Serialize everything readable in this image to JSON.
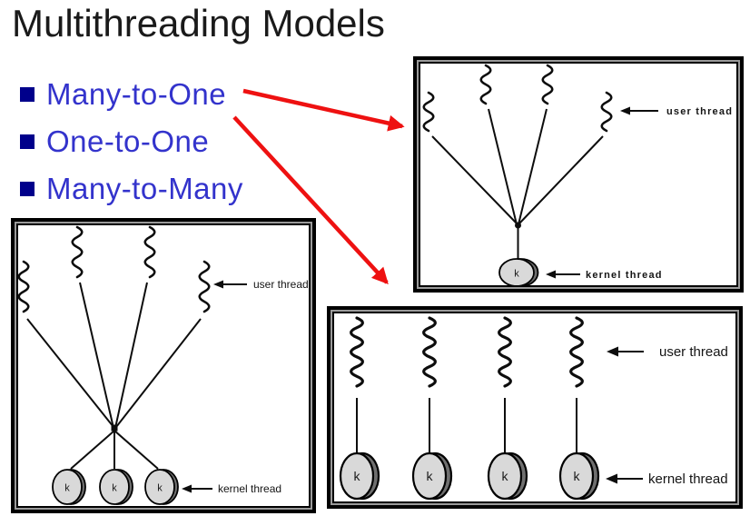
{
  "slide": {
    "title": "Multithreading Models"
  },
  "bullets": [
    {
      "label": "Many-to-One"
    },
    {
      "label": "One-to-One"
    },
    {
      "label": "Many-to-Many"
    }
  ],
  "diagrams": {
    "many_to_one": {
      "user_thread_label": "user thread",
      "kernel_thread_label": "kernel thread",
      "kernel_letter": "k",
      "user_thread_count": 4,
      "kernel_thread_count": 1
    },
    "many_to_many": {
      "user_thread_label": "user thread",
      "kernel_thread_label": "kernel thread",
      "kernel_letter": "k",
      "user_thread_count": 4,
      "kernel_thread_count": 3
    },
    "one_to_one": {
      "user_thread_label": "user thread",
      "kernel_thread_label": "kernel thread",
      "kernel_letter": "k",
      "user_thread_count": 4,
      "kernel_thread_count": 4
    }
  },
  "colors": {
    "bullet_square": "#00008B",
    "bullet_text": "#3333CC",
    "red_arrow": "#EE1111",
    "ellipse_fill": "#D9D9D9",
    "ellipse_shadow": "#6F6F6F"
  }
}
